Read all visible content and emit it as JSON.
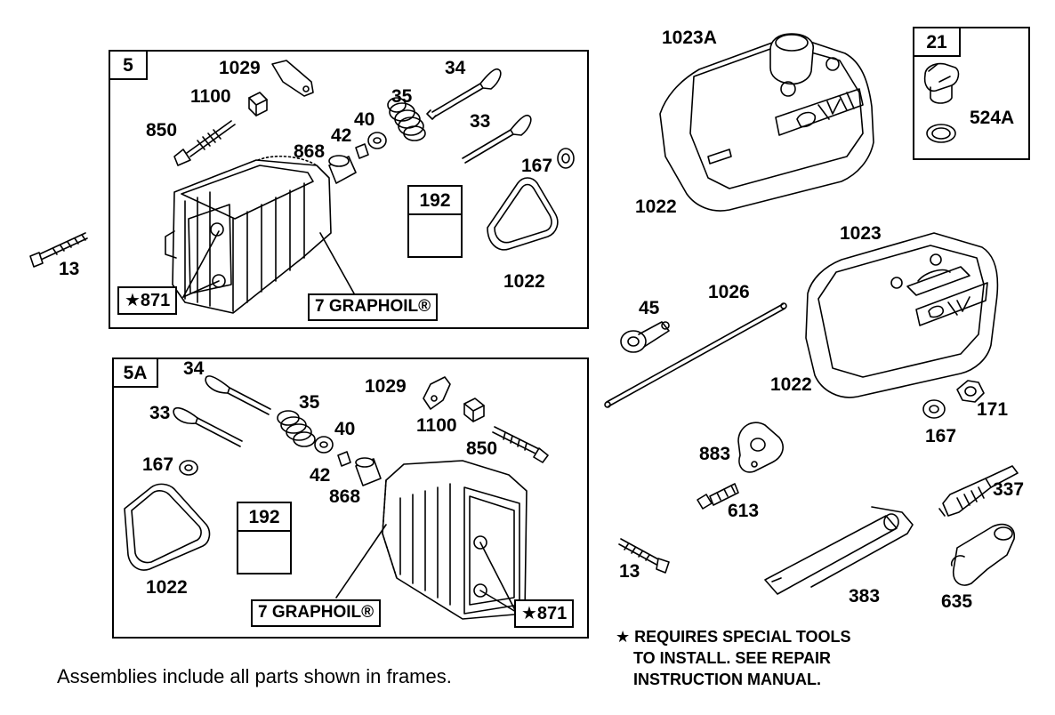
{
  "frames": {
    "f5": {
      "tag": "5",
      "sub": "192"
    },
    "f5a": {
      "tag": "5A",
      "sub": "192"
    },
    "f21": {
      "tag": "21"
    }
  },
  "labels": {
    "l1029a": "1029",
    "l1100a": "1100",
    "l850a": "850",
    "l34a": "34",
    "l35a": "35",
    "l40a": "40",
    "l42a": "42",
    "l868a": "868",
    "l33a": "33",
    "l167a": "167",
    "l1022a": "1022",
    "l13a": "13",
    "l34b": "34",
    "l35b": "35",
    "l33b": "33",
    "l40b": "40",
    "l167b": "167",
    "l42b": "42",
    "l868b": "868",
    "l1029b": "1029",
    "l1100b": "1100",
    "l850b": "850",
    "l1022b": "1022",
    "l1023a": "1023A",
    "l524a": "524A",
    "l1022c": "1022",
    "l1023": "1023",
    "l1026": "1026",
    "l45": "45",
    "l1022d": "1022",
    "l171": "171",
    "l167c": "167",
    "l883": "883",
    "l613": "613",
    "l337": "337",
    "l13b": "13",
    "l383": "383",
    "l635": "635"
  },
  "callouts": {
    "star871a": "★871",
    "star871b": "★871",
    "graphoil_a": "7 GRAPHOIL®",
    "graphoil_b": "7 GRAPHOIL®"
  },
  "note": {
    "line1": "★ REQUIRES SPECIAL TOOLS",
    "line2": "TO INSTALL.  SEE REPAIR",
    "line3": "INSTRUCTION MANUAL."
  },
  "footer": "Assemblies include all parts shown in frames."
}
